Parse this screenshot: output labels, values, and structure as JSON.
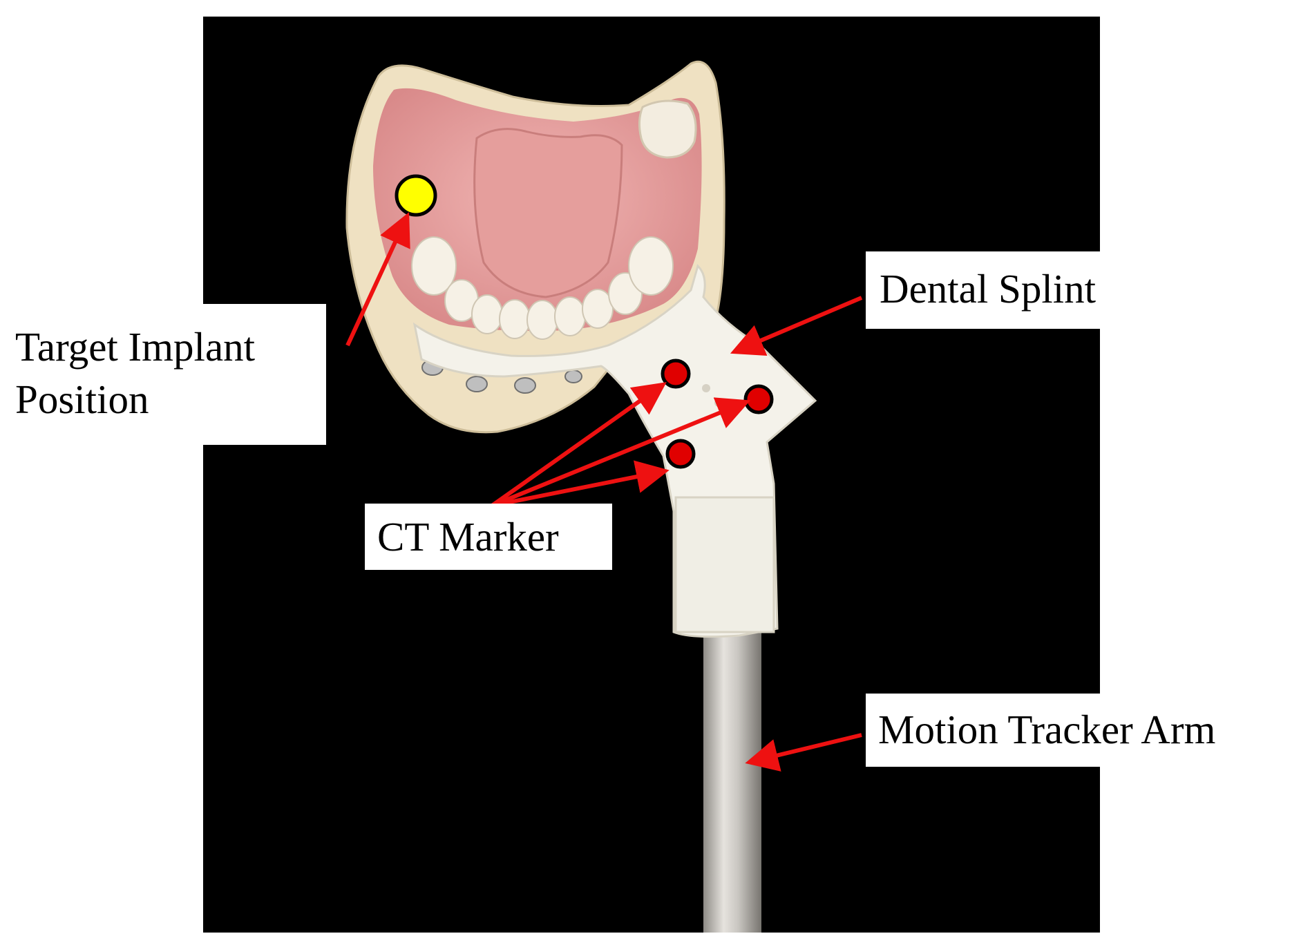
{
  "labels": {
    "target_line1": "Target Implant",
    "target_line2": "Position",
    "dental_splint": "Dental Splint",
    "ct_marker": "CT Marker",
    "motion_tracker_arm": "Motion Tracker Arm"
  },
  "colors": {
    "background": "#000000",
    "arrow": "#ee1111",
    "implant_marker": "#ffff00",
    "ct_marker": "#e00000",
    "gum": "#e9a3a3",
    "base": "#efe1c2",
    "tooth": "#f6f1e6",
    "splint": "#f4f2ea",
    "rod": "#cbc8c3"
  }
}
